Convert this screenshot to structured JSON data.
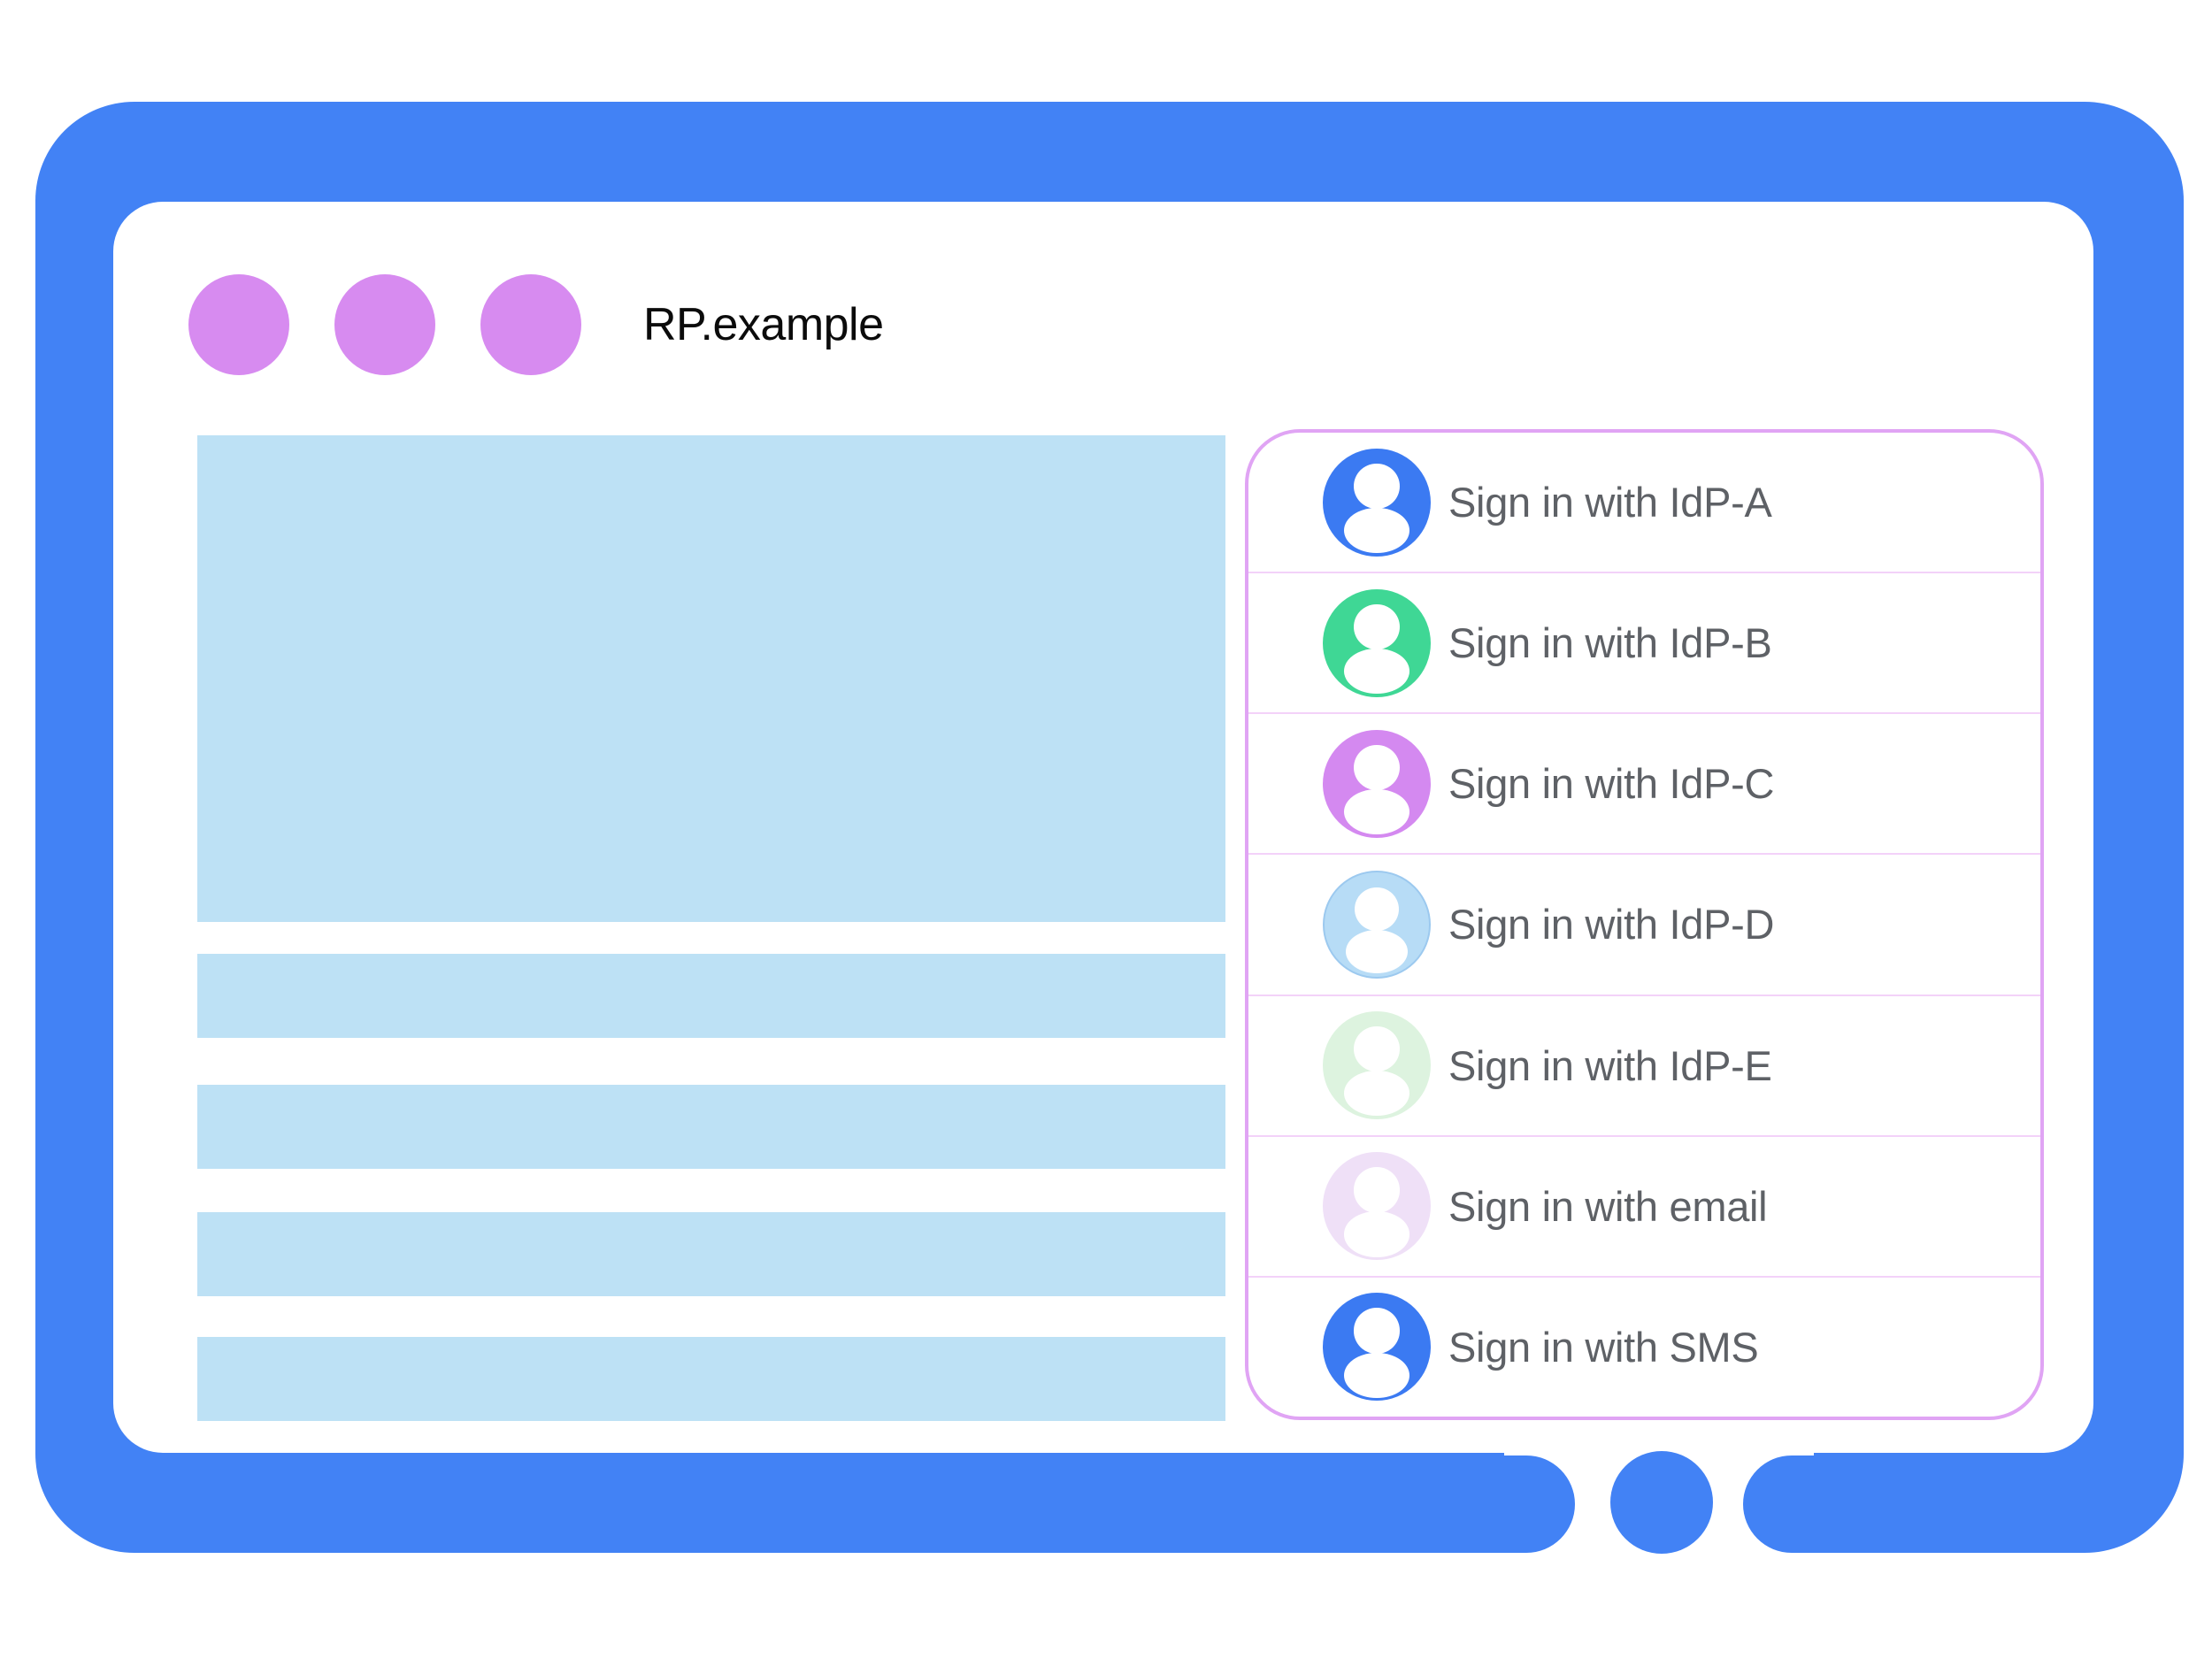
{
  "window": {
    "title": "RP.example"
  },
  "colors": {
    "frame": "#4282F5",
    "window_dot": "#D78BF0",
    "placeholder": "#BDE1F5",
    "panel_border": "#E0A4F4",
    "panel_divider": "#F3D2F9",
    "label_text": "#5E6166",
    "title_text": "#0B0B0B",
    "avatar_glyph": "#FFFFFF",
    "page_bg": "#FFFFFF"
  },
  "signin_panel": {
    "options": [
      {
        "id": "idp-a",
        "label": "Sign in with IdP-A",
        "avatar_color": "#3B7AF2"
      },
      {
        "id": "idp-b",
        "label": "Sign in with IdP-B",
        "avatar_color": "#3FD795"
      },
      {
        "id": "idp-c",
        "label": "Sign in with IdP-C",
        "avatar_color": "#D489F0"
      },
      {
        "id": "idp-d",
        "label": "Sign in with IdP-D",
        "avatar_color": "#B7DCF6",
        "avatar_border": "#9CC9EF"
      },
      {
        "id": "idp-e",
        "label": "Sign in with IdP-E",
        "avatar_color": "#DDF3DF"
      },
      {
        "id": "email",
        "label": "Sign in with email",
        "avatar_color": "#EFE0F7"
      },
      {
        "id": "sms",
        "label": "Sign in with SMS",
        "avatar_color": "#3B7AF2"
      }
    ]
  }
}
